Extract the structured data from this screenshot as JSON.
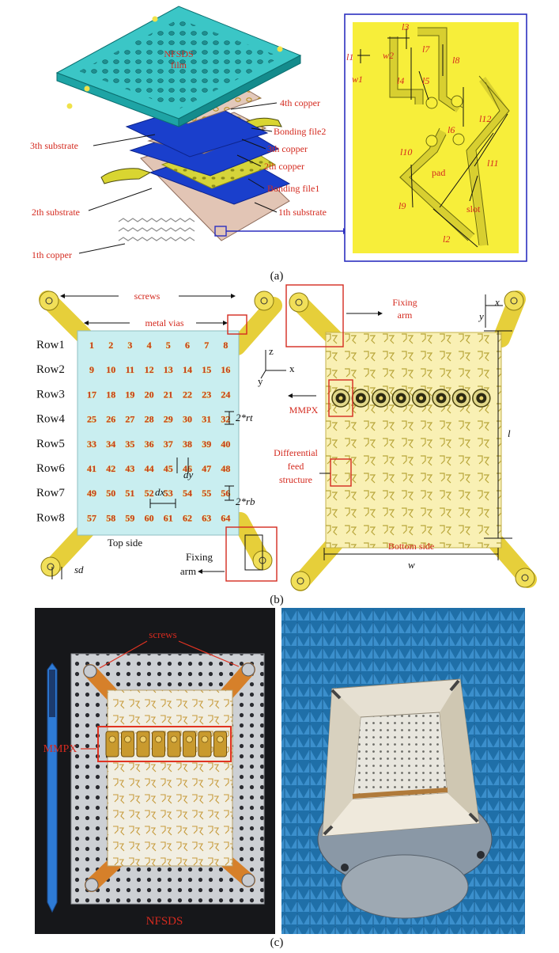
{
  "panel_a": {
    "board_top_text": [
      "NFSDS",
      "film"
    ],
    "layers_right": [
      "4th copper",
      "Bonding file2",
      "3th copper",
      "2th copper",
      "Bonding file1",
      "1th substrate"
    ],
    "layers_left": [
      "3th substrate",
      "2th substrate",
      "1th copper"
    ],
    "zoom_labels": [
      "l3",
      "l1",
      "w2",
      "w1",
      "l7",
      "l8",
      "l4",
      "l5",
      "l6",
      "l12",
      "l10",
      "l11",
      "l9",
      "l2"
    ],
    "zoom_pad": "pad",
    "zoom_slot": "slot",
    "caption": "(a)"
  },
  "panel_b": {
    "screws": "screws",
    "metal_vias": "metal vias",
    "rows": [
      "Row1",
      "Row2",
      "Row3",
      "Row4",
      "Row5",
      "Row6",
      "Row7",
      "Row8"
    ],
    "element_numbers": [
      "1",
      "2",
      "3",
      "4",
      "5",
      "6",
      "7",
      "8",
      "9",
      "10",
      "11",
      "12",
      "13",
      "14",
      "15",
      "16",
      "17",
      "18",
      "19",
      "20",
      "21",
      "22",
      "23",
      "24",
      "25",
      "26",
      "27",
      "28",
      "29",
      "30",
      "31",
      "32",
      "33",
      "34",
      "35",
      "36",
      "37",
      "38",
      "39",
      "40",
      "41",
      "42",
      "43",
      "44",
      "45",
      "46",
      "47",
      "48",
      "49",
      "50",
      "51",
      "52",
      "53",
      "54",
      "55",
      "56",
      "57",
      "58",
      "59",
      "60",
      "61",
      "62",
      "63",
      "64"
    ],
    "dim_rt": "2*rt",
    "dim_rb": "2*rb",
    "dim_dy": "dy",
    "dim_dx": "dx",
    "dim_sd": "sd",
    "top_side": "Top side",
    "fixing_arm_left": [
      "Fixing",
      "arm"
    ],
    "axis_z": "z",
    "axis_x": "x",
    "axis_y": "y",
    "fixing_arm_right": [
      "Fixing",
      "arm"
    ],
    "mmpx": "MMPX",
    "diff_feed": [
      "Differential",
      "feed",
      "structure"
    ],
    "dim_l": "l",
    "dim_w": "w",
    "dim_x": "x",
    "dim_y": "y",
    "bottom_side": "Bottom side",
    "caption": "(b)"
  },
  "panel_c": {
    "screws": "screws",
    "mmpx": "MMPX",
    "nfsds": "NFSDS",
    "caption": "(c)"
  }
}
